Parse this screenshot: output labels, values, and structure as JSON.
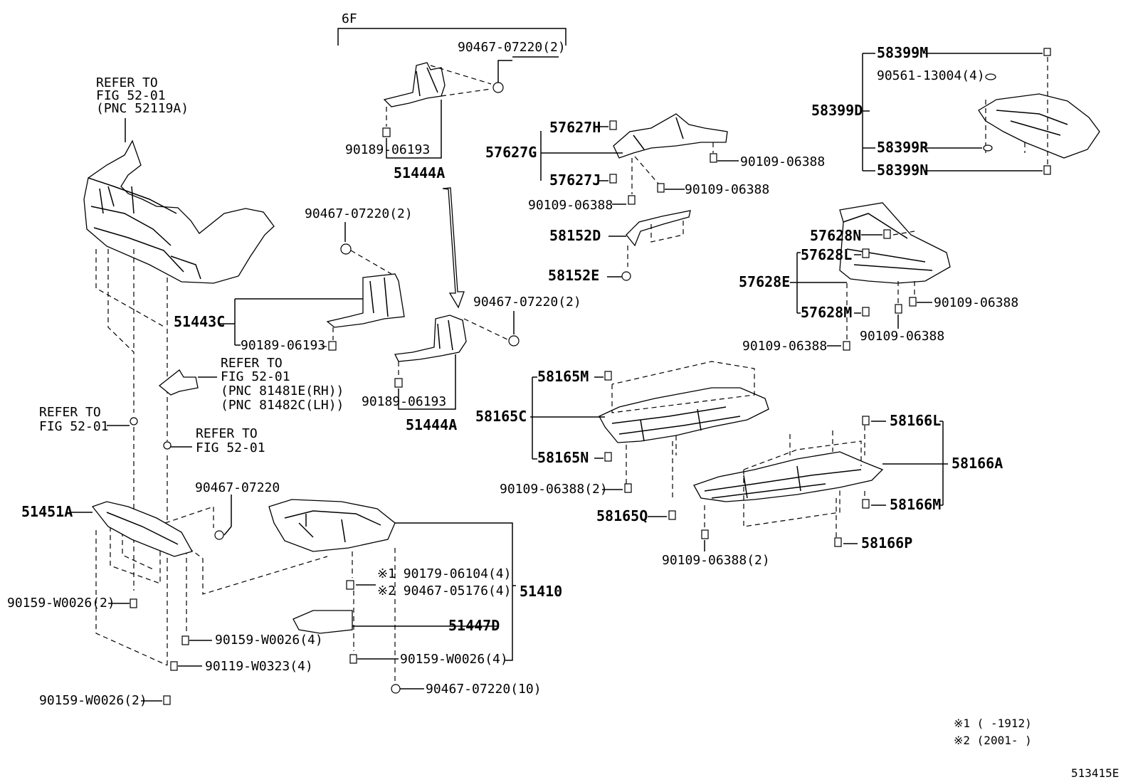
{
  "group_label": "6F",
  "refer_notes": {
    "bumper": [
      "REFER TO",
      "FIG 52-01",
      "(PNC 52119A)"
    ],
    "bracket": [
      "REFER TO",
      "FIG 52-01",
      "(PNC 81481E(RH))",
      "(PNC 81482C(LH))"
    ],
    "clip_left": [
      "REFER TO",
      "FIG 52-01"
    ],
    "clip_right": [
      "REFER TO",
      "FIG 52-01"
    ]
  },
  "labels": {
    "p90467_07220_2_top": "90467-07220(2)",
    "p90189_06193_top": "90189-06193",
    "p51444A_top": "51444A",
    "p90467_07220_2_mid": "90467-07220(2)",
    "p51443C": "51443C",
    "p90189_06193_mid": "90189-06193",
    "p90467_07220_2_right": "90467-07220(2)",
    "p90189_06193_low": "90189-06193",
    "p51444A_low": "51444A",
    "p57627H": "57627H",
    "p57627G": "57627G",
    "p57627J": "57627J",
    "p90109_06388_a": "90109-06388",
    "p90109_06388_b": "90109-06388",
    "p90109_06388_c": "90109-06388",
    "p58152D": "58152D",
    "p58152E": "58152E",
    "p58399M": "58399M",
    "p90561_13004_4": "90561-13004(4)",
    "p58399D": "58399D",
    "p58399R": "58399R",
    "p58399N": "58399N",
    "p57628N": "57628N",
    "p57628L": "57628L",
    "p57628E": "57628E",
    "p57628M": "57628M",
    "p90109_06388_d": "90109-06388",
    "p90109_06388_e": "90109-06388",
    "p90109_06388_f": "90109-06388",
    "p58165M": "58165M",
    "p58165C": "58165C",
    "p58165N": "58165N",
    "p90109_06388_2_a": "90109-06388(2)",
    "p58165Q": "58165Q",
    "p58166L": "58166L",
    "p58166A": "58166A",
    "p58166M": "58166M",
    "p58166P": "58166P",
    "p90109_06388_2_b": "90109-06388(2)",
    "p90467_07220": "90467-07220",
    "p51451A": "51451A",
    "p90179_06104_4": "※1 90179-06104(4)",
    "p90467_05176_4": "※2 90467-05176(4)",
    "p51410": "51410",
    "p51447D": "51447D",
    "p90159_W0026_4_a": "90159-W0026(4)",
    "p90467_07220_10": "90467-07220(10)",
    "p90159_W0026_2_a": "90159-W0026(2)",
    "p90159_W0026_4_b": "90159-W0026(4)",
    "p90119_W0323_4": "90119-W0323(4)",
    "p90159_W0026_2_b": "90159-W0026(2)"
  },
  "footnotes": {
    "note1": "※1 (      -1912)",
    "note2": "※2 (2001-      )"
  },
  "figure_code": "513415E"
}
